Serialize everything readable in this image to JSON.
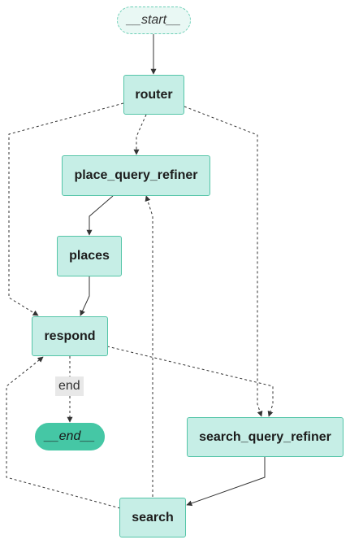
{
  "nodes": {
    "start": {
      "label": "__start__"
    },
    "router": {
      "label": "router"
    },
    "place_query_refiner": {
      "label": "place_query_refiner"
    },
    "places": {
      "label": "places"
    },
    "respond": {
      "label": "respond"
    },
    "end": {
      "label": "__end__"
    },
    "search_query_refiner": {
      "label": "search_query_refiner"
    },
    "search": {
      "label": "search"
    }
  },
  "edges": {
    "respond_to_end_label": "end"
  },
  "colors": {
    "node_fill": "#c6eee6",
    "node_border": "#55c5a8",
    "start_fill": "#e9f8f4",
    "end_fill": "#45c7a5",
    "edge": "#333333"
  }
}
